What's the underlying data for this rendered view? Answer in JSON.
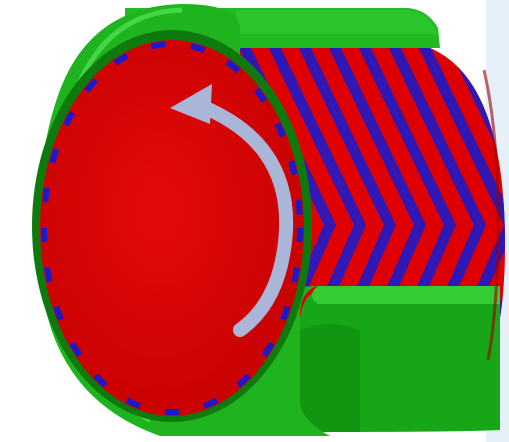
{
  "figure": {
    "colors": {
      "background": "#ffffff",
      "edge_glow": "#cfe3f3",
      "housing_green": "#1fb31f",
      "housing_green_dark": "#128a12",
      "housing_green_light": "#3fd43f",
      "rotor_red": "#e00000",
      "rotor_red_dark": "#b80000",
      "groove_blue": "#1a1acc",
      "arrow": "#aab6d8"
    },
    "elements": {
      "housing": "housing-sleeve",
      "rotor": "red-rotor-cylinder",
      "grooves": "herringbone-groove-pattern",
      "arrow": "rotation-arrow-icon"
    }
  }
}
